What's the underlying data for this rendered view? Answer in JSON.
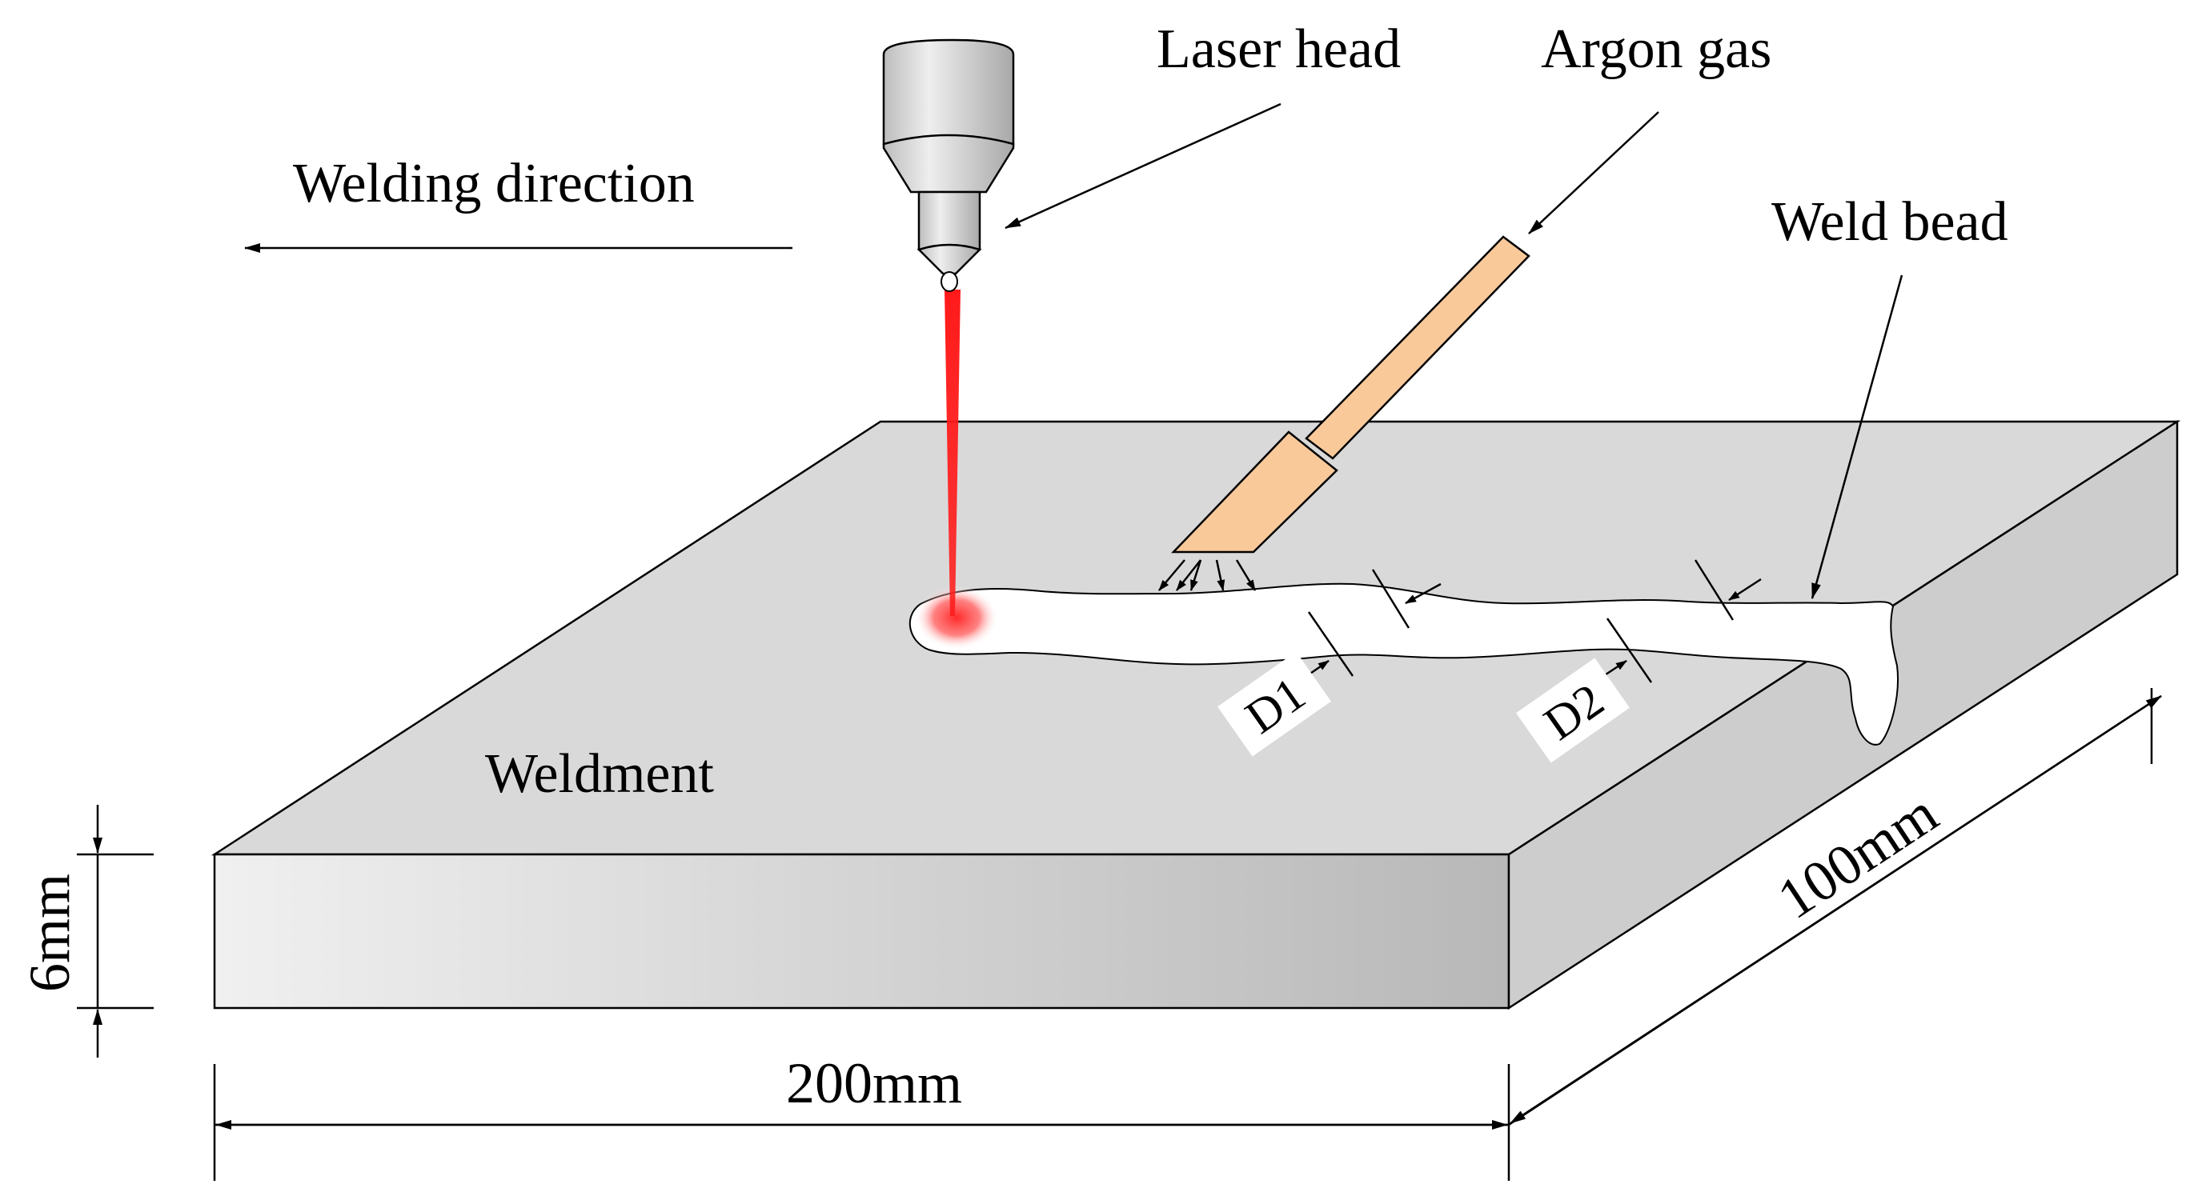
{
  "labels": {
    "laser_head": "Laser head",
    "argon_gas": "Argon gas",
    "welding_direction": "Welding direction",
    "weld_bead": "Weld bead",
    "weldment": "Weldment",
    "d1": "D1",
    "d2": "D2",
    "thickness": "6mm",
    "length": "200mm",
    "width": "100mm"
  },
  "colors": {
    "plate_top": "#d9d9d9",
    "plate_side": "#cccccc",
    "laser_beam": "#ff1a1a",
    "nozzle": "#f9c99a",
    "laser_head_body": "#d0d0d0",
    "weld_bead": "#ffffff"
  }
}
